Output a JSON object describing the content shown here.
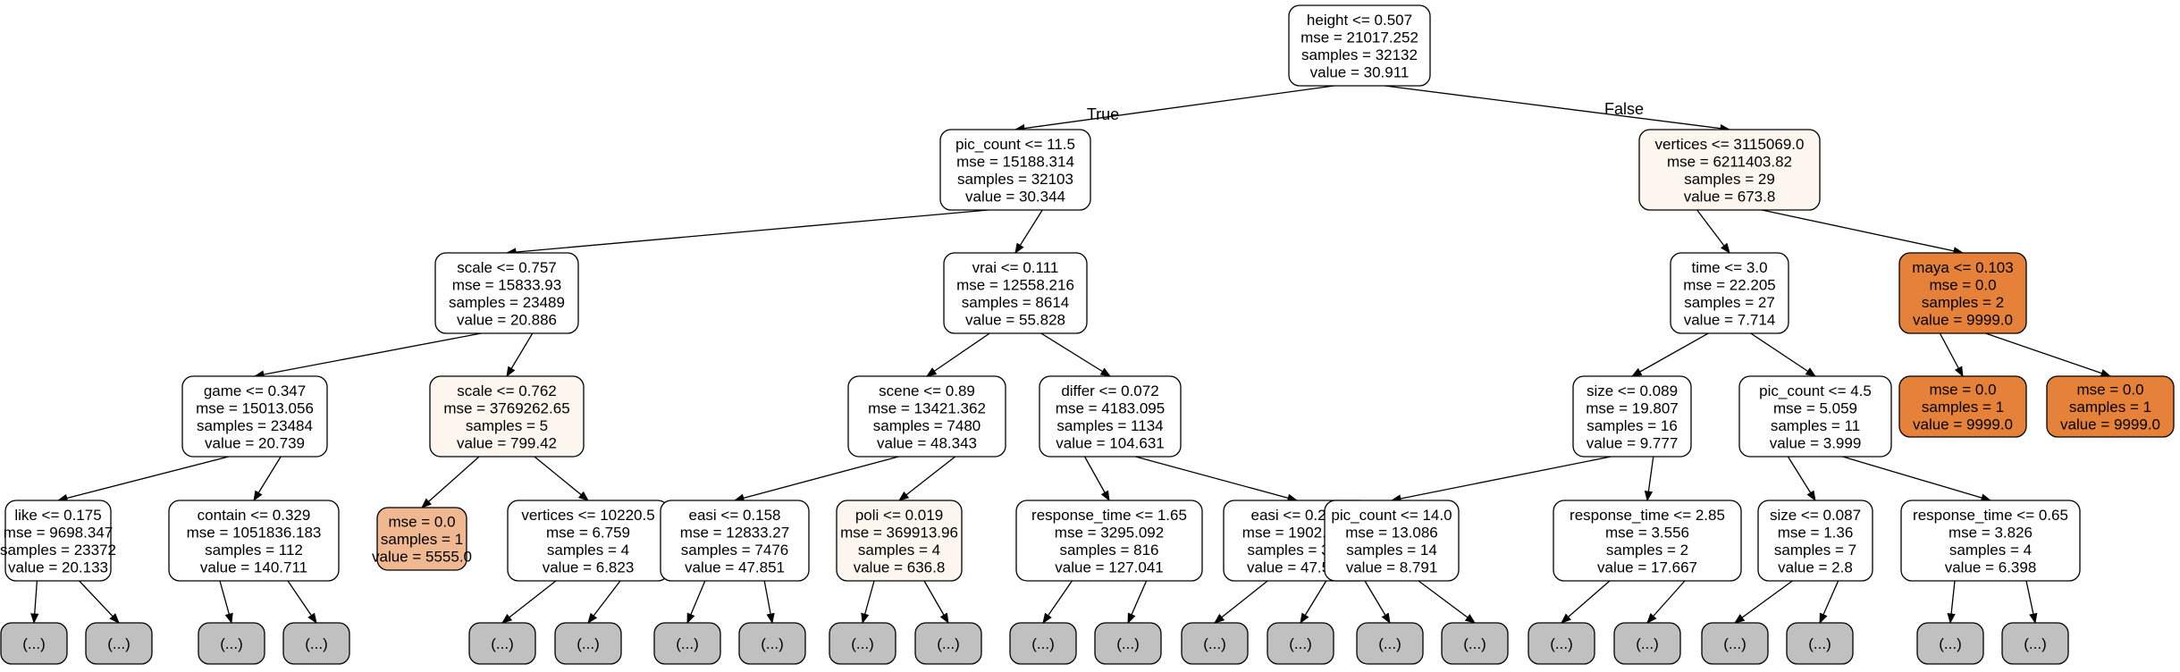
{
  "colors": {
    "white": "#ffffff",
    "light": "#fdf6ef",
    "salmon": "#f0b890",
    "orange": "#e58139",
    "collapsed": "#c0c0c0"
  },
  "edge_labels": {
    "true_label": "True",
    "false_label": "False"
  },
  "nodes": [
    {
      "id": "n0",
      "lines": [
        "height <= 0.507",
        "mse = 21017.252",
        "samples = 32132",
        "value = 30.911"
      ],
      "fill": "white"
    },
    {
      "id": "n1",
      "lines": [
        "pic_count <= 11.5",
        "mse = 15188.314",
        "samples = 32103",
        "value = 30.344"
      ],
      "fill": "white"
    },
    {
      "id": "n2",
      "lines": [
        "vertices <= 3115069.0",
        "mse = 6211403.82",
        "samples = 29",
        "value = 673.8"
      ],
      "fill": "light"
    },
    {
      "id": "n3",
      "lines": [
        "scale <= 0.757",
        "mse = 15833.93",
        "samples = 23489",
        "value = 20.886"
      ],
      "fill": "white"
    },
    {
      "id": "n4",
      "lines": [
        "vrai <= 0.111",
        "mse = 12558.216",
        "samples = 8614",
        "value = 55.828"
      ],
      "fill": "white"
    },
    {
      "id": "n5",
      "lines": [
        "time <= 3.0",
        "mse = 22.205",
        "samples = 27",
        "value = 7.714"
      ],
      "fill": "white"
    },
    {
      "id": "n6",
      "lines": [
        "maya <= 0.103",
        "mse = 0.0",
        "samples = 2",
        "value = 9999.0"
      ],
      "fill": "orange"
    },
    {
      "id": "n7",
      "lines": [
        "game <= 0.347",
        "mse = 15013.056",
        "samples = 23484",
        "value = 20.739"
      ],
      "fill": "white"
    },
    {
      "id": "n8",
      "lines": [
        "scale <= 0.762",
        "mse = 3769262.65",
        "samples = 5",
        "value = 799.42"
      ],
      "fill": "light"
    },
    {
      "id": "n9",
      "lines": [
        "scene <= 0.89",
        "mse = 13421.362",
        "samples = 7480",
        "value = 48.343"
      ],
      "fill": "white"
    },
    {
      "id": "n10",
      "lines": [
        "differ <= 0.072",
        "mse = 4183.095",
        "samples = 1134",
        "value = 104.631"
      ],
      "fill": "white"
    },
    {
      "id": "n11",
      "lines": [
        "size <= 0.089",
        "mse = 19.807",
        "samples = 16",
        "value = 9.777"
      ],
      "fill": "white"
    },
    {
      "id": "n12",
      "lines": [
        "pic_count <= 4.5",
        "mse = 5.059",
        "samples = 11",
        "value = 3.999"
      ],
      "fill": "white"
    },
    {
      "id": "n13",
      "lines": [
        "mse = 0.0",
        "samples = 1",
        "value = 9999.0"
      ],
      "fill": "orange"
    },
    {
      "id": "n14",
      "lines": [
        "mse = 0.0",
        "samples = 1",
        "value = 9999.0"
      ],
      "fill": "orange"
    },
    {
      "id": "n15",
      "lines": [
        "like <= 0.175",
        "mse = 9698.347",
        "samples = 23372",
        "value = 20.133"
      ],
      "fill": "white"
    },
    {
      "id": "n16",
      "lines": [
        "contain <= 0.329",
        "mse = 1051836.183",
        "samples = 112",
        "value = 140.711"
      ],
      "fill": "white"
    },
    {
      "id": "n17",
      "lines": [
        "mse = 0.0",
        "samples = 1",
        "value = 5555.0"
      ],
      "fill": "salmon"
    },
    {
      "id": "n18",
      "lines": [
        "vertices <= 10220.5",
        "mse = 6.759",
        "samples = 4",
        "value = 6.823"
      ],
      "fill": "white"
    },
    {
      "id": "n19",
      "lines": [
        "easi <= 0.158",
        "mse = 12833.27",
        "samples = 7476",
        "value = 47.851"
      ],
      "fill": "white"
    },
    {
      "id": "n20",
      "lines": [
        "poli <= 0.019",
        "mse = 369913.96",
        "samples = 4",
        "value = 636.8"
      ],
      "fill": "light"
    },
    {
      "id": "n21",
      "lines": [
        "response_time <= 1.65",
        "mse = 3295.092",
        "samples = 816",
        "value = 127.041"
      ],
      "fill": "white"
    },
    {
      "id": "n22",
      "lines": [
        "easi <= 0.206",
        "mse = 1902.875",
        "samples = 318",
        "value = 47.502"
      ],
      "fill": "white"
    },
    {
      "id": "n23",
      "lines": [
        "pic_count <= 14.0",
        "mse = 13.086",
        "samples = 14",
        "value = 8.791"
      ],
      "fill": "white"
    },
    {
      "id": "n24",
      "lines": [
        "response_time <= 2.85",
        "mse = 3.556",
        "samples = 2",
        "value = 17.667"
      ],
      "fill": "white"
    },
    {
      "id": "n25",
      "lines": [
        "size <= 0.087",
        "mse = 1.36",
        "samples = 7",
        "value = 2.8"
      ],
      "fill": "white"
    },
    {
      "id": "n26",
      "lines": [
        "response_time <= 0.65",
        "mse = 3.826",
        "samples = 4",
        "value = 6.398"
      ],
      "fill": "white"
    }
  ],
  "collapsed_label": "(...)",
  "collapsed_count": 22
}
